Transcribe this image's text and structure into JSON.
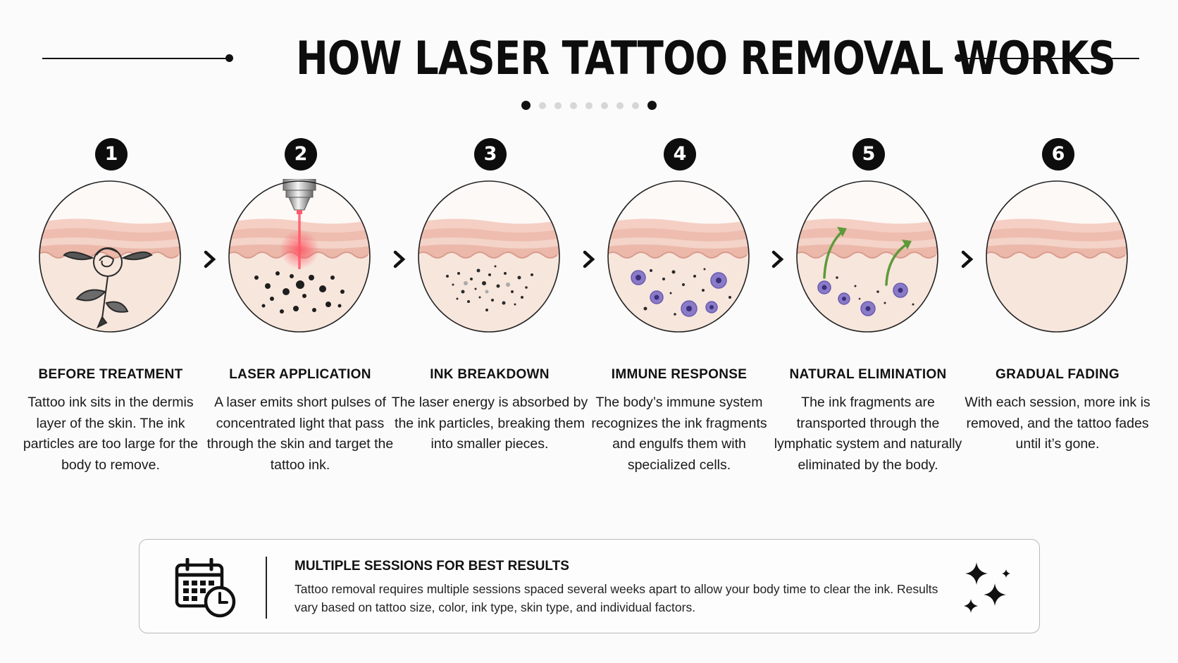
{
  "title": "HOW LASER TATTOO REMOVAL WORKS",
  "steps": [
    {
      "number": "1",
      "title": "BEFORE TREATMENT",
      "description": "Tattoo ink sits in the dermis layer of the skin. The ink particles are too large for the body to remove."
    },
    {
      "number": "2",
      "title": "LASER APPLICATION",
      "description": "A laser emits short pulses of concentrated light that pass through the skin and target the tattoo ink."
    },
    {
      "number": "3",
      "title": "INK BREAKDOWN",
      "description": "The laser energy is absorbed by the ink particles, breaking them into smaller pieces."
    },
    {
      "number": "4",
      "title": "IMMUNE RESPONSE",
      "description": "The body’s immune system recognizes the ink fragments and engulfs them with specialized cells."
    },
    {
      "number": "5",
      "title": "NATURAL ELIMINATION",
      "description": "The ink fragments are transported through the lymphatic system and naturally eliminated by the body."
    },
    {
      "number": "6",
      "title": "GRADUAL FADING",
      "description": "With each session, more ink is removed, and the tattoo fades until it’s gone."
    }
  ],
  "note": {
    "title": "MULTIPLE SESSIONS FOR BEST RESULTS",
    "description": "Tattoo removal requires multiple sessions spaced several weeks apart to allow your body time to clear the ink. Results vary based on tattoo size, color, ink type, skin type, and individual factors."
  },
  "colors": {
    "skin_top": "#eab3a8",
    "skin_mid": "#f3d6cd",
    "dermis": "#f8e6da",
    "laser": "#ff4d5e",
    "immune_cell": "#8a7bc8",
    "arrow": "#5e9a3a"
  }
}
